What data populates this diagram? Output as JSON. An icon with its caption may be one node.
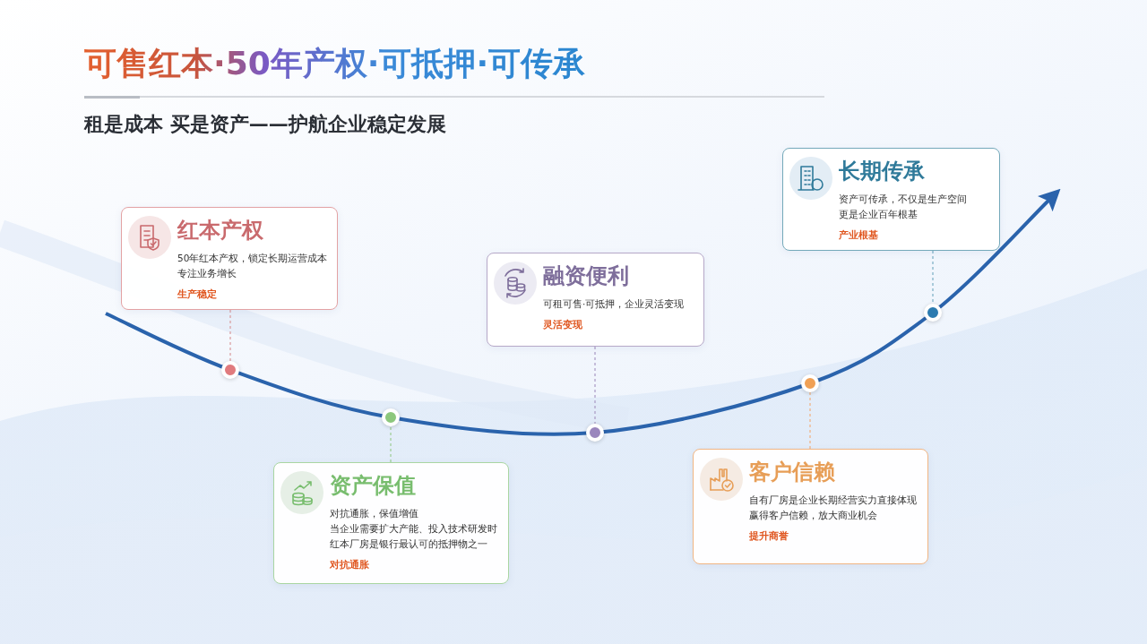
{
  "diagram": {
    "title": "可售红本·50年产权·可抵押·可传承",
    "nodes": [
      {
        "text": [
          "红本产权",
          "50年红本产权，锁定长期运营成本",
          "专注业务增长",
          "生产稳定"
        ]
      },
      {
        "text": [
          "资产保值",
          "对抗通胀，保值增值",
          "当企业需要扩大产能、投入技术研发时",
          "红本厂房是银行最认可的抵押物之一",
          "对抗通胀"
        ]
      },
      {
        "text": [
          "融资便利",
          "可租可售·可抵押，企业灵活变现",
          "灵活变现"
        ]
      },
      {
        "text": [
          "客户信赖",
          "自有厂房是企业长期经营实力直接体现",
          "赢得客户信赖，放大商业机会",
          "提升商誉"
        ]
      },
      {
        "text": [
          "长期传承",
          "资产可传承，不仅是生产空间",
          "更是企业百年根基",
          "产业根基"
        ]
      },
      {
        "text": [],
        "shape": "circle"
      },
      {
        "text": [],
        "shape": "circle"
      },
      {
        "text": [],
        "shape": "circle"
      },
      {
        "text": [],
        "shape": "circle"
      },
      {
        "text": [],
        "shape": "circle"
      }
    ],
    "edges": [
      {
        "from": 0,
        "to": 5,
        "arrow": "none",
        "style": "dashed",
        "color": "#d99a9c"
      },
      {
        "from": 1,
        "to": 6,
        "arrow": "none",
        "style": "dashed",
        "color": "#9ccc92"
      },
      {
        "from": 2,
        "to": 7,
        "arrow": "none",
        "style": "dashed",
        "color": "#a898c4"
      },
      {
        "from": 3,
        "to": 8,
        "arrow": "none",
        "style": "dashed",
        "color": "#f0b07e"
      },
      {
        "from": 4,
        "to": 9,
        "arrow": "none",
        "style": "dashed",
        "color": "#7aaec4"
      }
    ],
    "labels": [
      "租是成本 买是资产——护航企业稳定发展"
    ]
  }
}
